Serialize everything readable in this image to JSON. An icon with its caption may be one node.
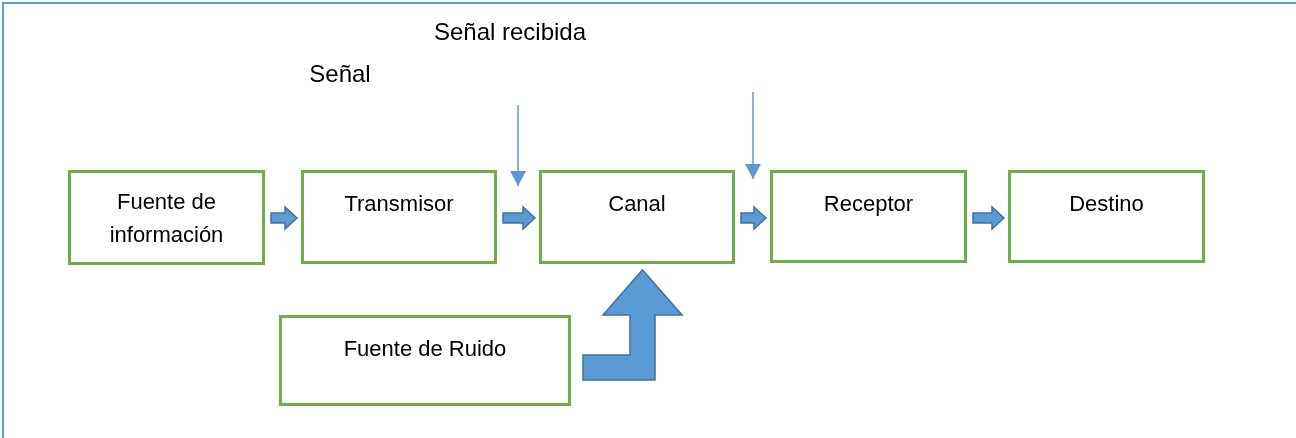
{
  "diagram": {
    "nodes": [
      {
        "text": [
          "Fuente de información"
        ]
      },
      {
        "text": [
          "Transmisor"
        ]
      },
      {
        "text": [
          "Canal"
        ]
      },
      {
        "text": [
          "Receptor"
        ]
      },
      {
        "text": [
          "Destino"
        ]
      },
      {
        "text": [
          "Fuente de Ruido"
        ]
      }
    ],
    "edges": [
      {
        "from": 0,
        "to": 1,
        "arrow": "to"
      },
      {
        "from": 1,
        "to": 2,
        "arrow": "to"
      },
      {
        "from": 2,
        "to": 3,
        "arrow": "to"
      },
      {
        "from": 3,
        "to": 4,
        "arrow": "to"
      },
      {
        "from": 5,
        "to": 2,
        "arrow": "to"
      }
    ],
    "labels": [
      "Señal",
      "Señal recibida"
    ]
  }
}
